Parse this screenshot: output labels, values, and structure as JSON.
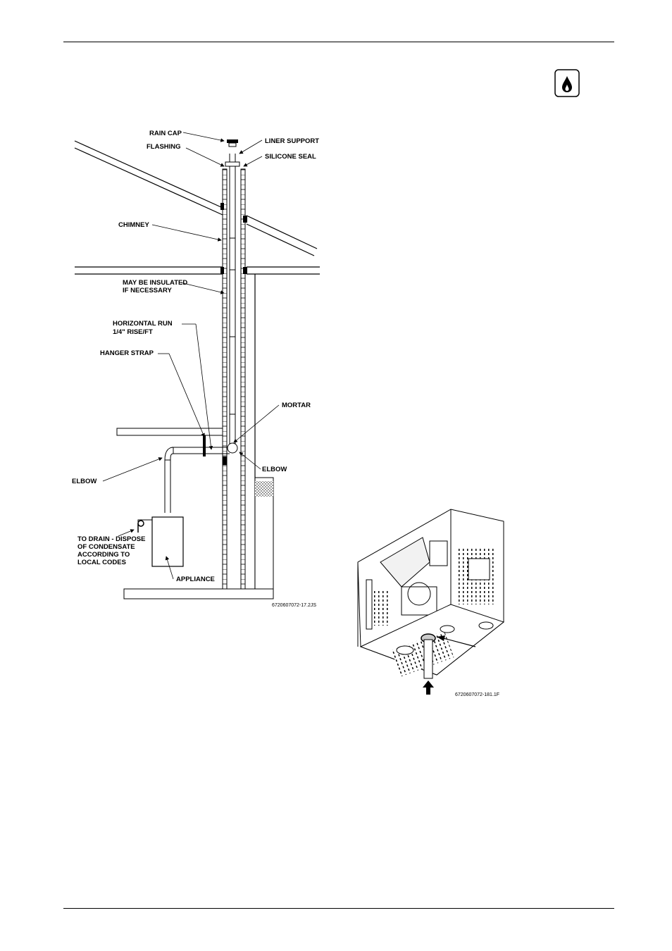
{
  "header": {
    "icon": "gas-flame-icon"
  },
  "figure_vent": {
    "labels": {
      "rain_cap": "RAIN CAP",
      "flashing": "FLASHING",
      "liner_support": "LINER SUPPORT",
      "silicone_seal": "SILICONE SEAL",
      "chimney": "CHIMNEY",
      "insulated_1": "MAY BE INSULATED",
      "insulated_2": "IF NECESSARY",
      "horizontal_1": "HORIZONTAL RUN",
      "horizontal_2": "1/4\" RISE/FT",
      "hanger_strap": "HANGER STRAP",
      "mortar": "MORTAR",
      "elbow_left": "ELBOW",
      "elbow_right": "ELBOW",
      "drain_1": "TO DRAIN - DISPOSE",
      "drain_2": "OF CONDENSATE",
      "drain_3": "ACCORDING TO",
      "drain_4": "LOCAL CODES",
      "appliance": "APPLIANCE"
    },
    "code": "6720607072-17.2JS"
  },
  "figure_appliance": {
    "code": "6720607072-181.1F"
  }
}
